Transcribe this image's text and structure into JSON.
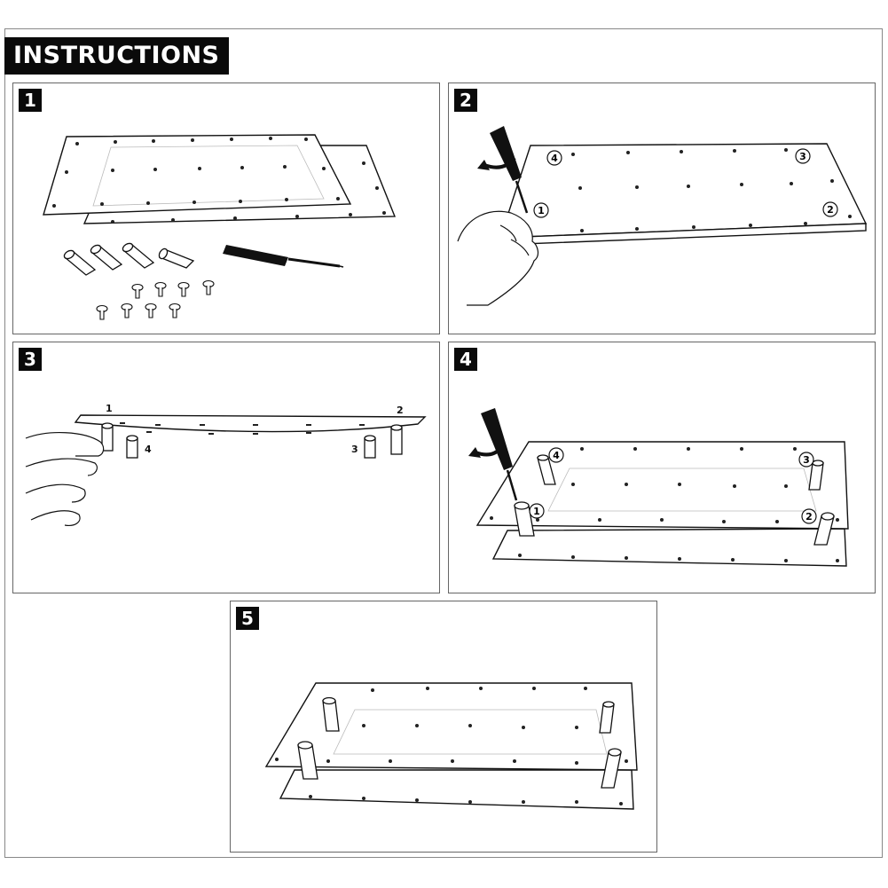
{
  "header": {
    "title": "INSTRUCTIONS"
  },
  "steps": [
    {
      "number": "1"
    },
    {
      "number": "2",
      "markers": [
        "4",
        "3",
        "1",
        "2"
      ]
    },
    {
      "number": "3",
      "post_labels": [
        "1",
        "2",
        "4",
        "3"
      ]
    },
    {
      "number": "4",
      "markers": [
        "4",
        "3",
        "1",
        "2"
      ]
    },
    {
      "number": "5"
    }
  ],
  "colors": {
    "ink": "#111111",
    "panel_border": "#666666",
    "badge_bg": "#0a0a0a"
  }
}
